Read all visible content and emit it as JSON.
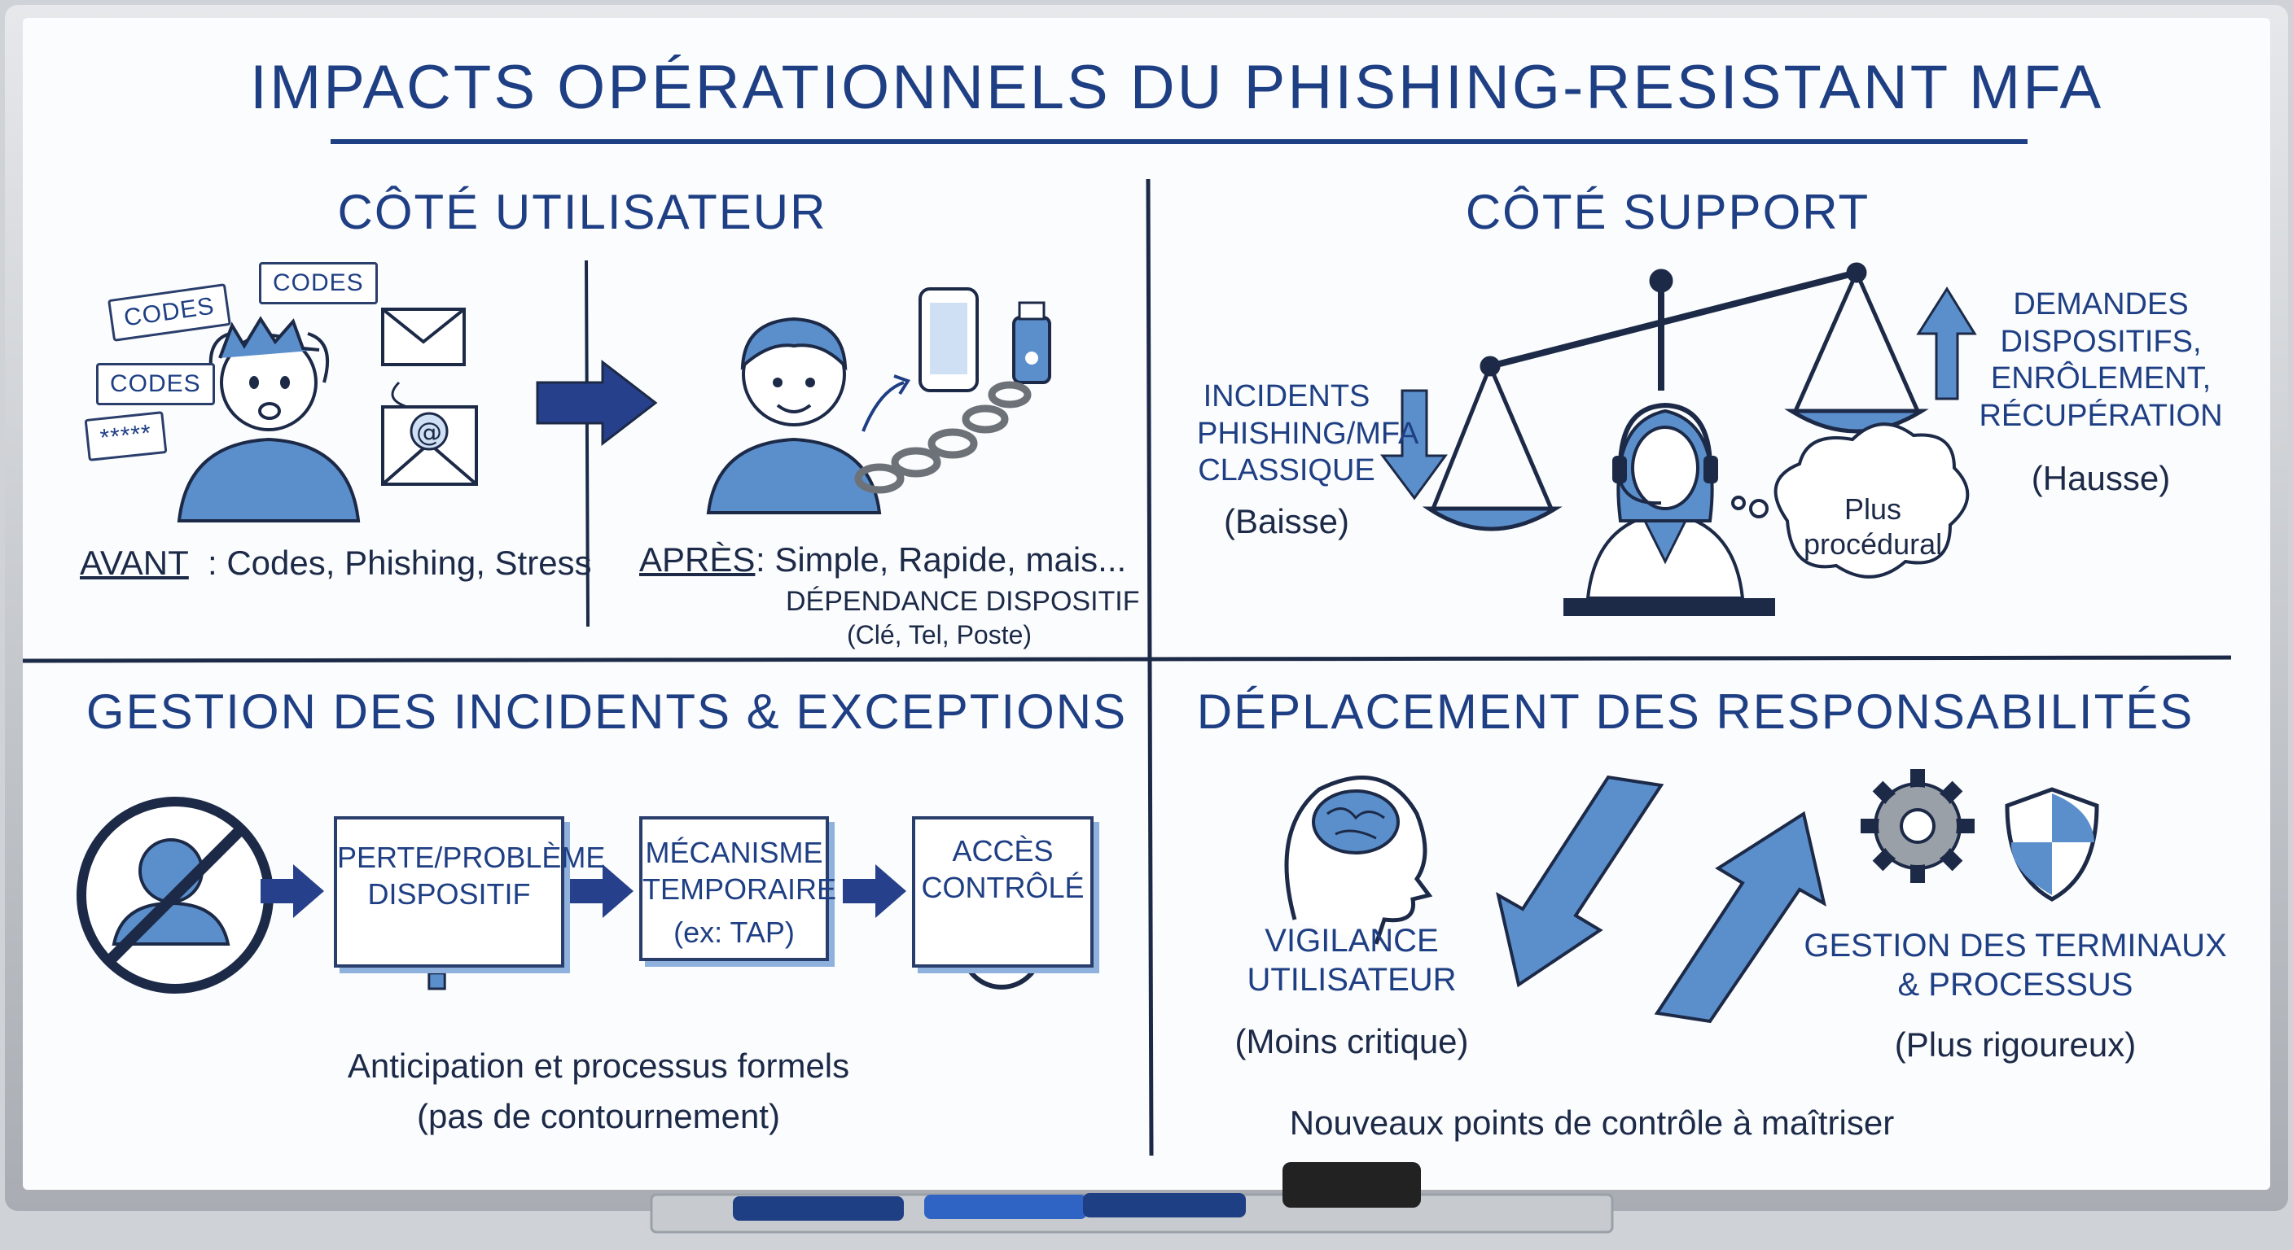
{
  "title": "IMPACTS OPÉRATIONNELS DU PHISHING-RESISTANT MFA",
  "user_side": {
    "heading": "CÔTÉ UTILISATEUR",
    "bubbles": [
      "CODES",
      "CODES",
      "CODES",
      "*****"
    ],
    "before_label": "AVANT",
    "before_text": ": Codes, Phishing, Stress",
    "after_label": "APRÈS",
    "after_text": ": Simple, Rapide, mais...",
    "dependency": "DÉPENDANCE DISPOSITIF",
    "devices": "(Clé, Tel, Poste)",
    "icons": [
      "stressed-user-icon",
      "envelope-icon",
      "email-at-icon",
      "calm-user-icon",
      "smartphone-icon",
      "usb-key-icon",
      "chain-icon"
    ]
  },
  "support_side": {
    "heading": "CÔTÉ SUPPORT",
    "left_label": "INCIDENTS PHISHING/MFA CLASSIQUE",
    "left_trend": "(Baisse)",
    "right_label": "DEMANDES DISPOSITIFS, ENRÔLEMENT, RÉCUPÉRATION",
    "right_trend": "(Hausse)",
    "thought": "Plus procédural",
    "icons": [
      "balance-scale-icon",
      "support-agent-icon",
      "arrow-down-icon",
      "arrow-up-icon"
    ]
  },
  "incidents": {
    "heading": "GESTION DES INCIDENTS & EXCEPTIONS",
    "steps": [
      {
        "text": "PERTE/PROBLÈME DISPOSITIF",
        "icon": "question-mark-icon"
      },
      {
        "text": "MÉCANISME TEMPORAIRE",
        "sub": "(ex: TAP)"
      },
      {
        "text": "ACCÈS CONTRÔLÉ",
        "icon": "clock-icon"
      }
    ],
    "note_line1": "Anticipation et processus formels",
    "note_line2": "(pas de contournement)",
    "icons": [
      "no-user-icon"
    ]
  },
  "responsibility": {
    "heading": "DÉPLACEMENT DES RESPONSABILITÉS",
    "left_label": "VIGILANCE UTILISATEUR",
    "left_note": "(Moins critique)",
    "right_label": "GESTION DES TERMINAUX & PROCESSUS",
    "right_note": "(Plus rigoureux)",
    "footer": "Nouveaux points de contrôle à maîtriser",
    "icons": [
      "brain-head-icon",
      "gear-icon",
      "shield-icon"
    ]
  },
  "colors": {
    "ink": "#1f3f84",
    "accent_fill": "#5b8fcc",
    "board_frame": "#b8bcc2",
    "board_surface": "#fbfcfd"
  }
}
